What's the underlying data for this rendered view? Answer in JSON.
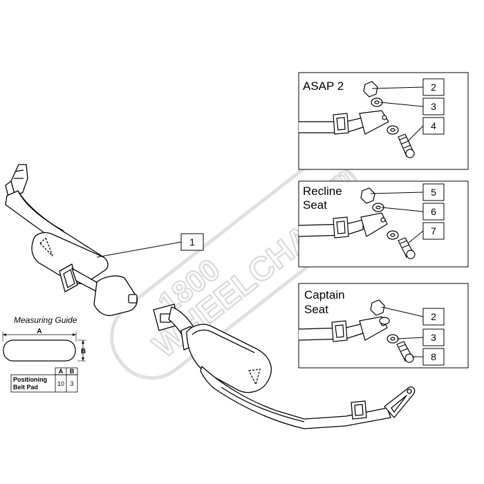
{
  "watermark": {
    "line1": "1800",
    "line2": "WHEELCHAIR",
    "line3": ".com"
  },
  "callout_main": "1",
  "insets": [
    {
      "title_lines": [
        "ASAP 2"
      ],
      "callouts": [
        "2",
        "3",
        "4"
      ]
    },
    {
      "title_lines": [
        "Recline",
        "Seat"
      ],
      "callouts": [
        "5",
        "6",
        "7"
      ]
    },
    {
      "title_lines": [
        "Captain",
        "Seat"
      ],
      "callouts": [
        "2",
        "3",
        "8"
      ]
    }
  ],
  "measuring_guide": {
    "title": "Measuring Guide",
    "dim_a": "A",
    "dim_b": "B",
    "table": {
      "headers": [
        "A",
        "B"
      ],
      "rows": [
        {
          "label_lines": [
            "Positioning",
            "Belt Pad"
          ],
          "values": [
            "10",
            "3"
          ]
        }
      ]
    }
  },
  "colors": {
    "line": "#000000",
    "watermark": "#d9d9d9",
    "background": "#ffffff"
  }
}
